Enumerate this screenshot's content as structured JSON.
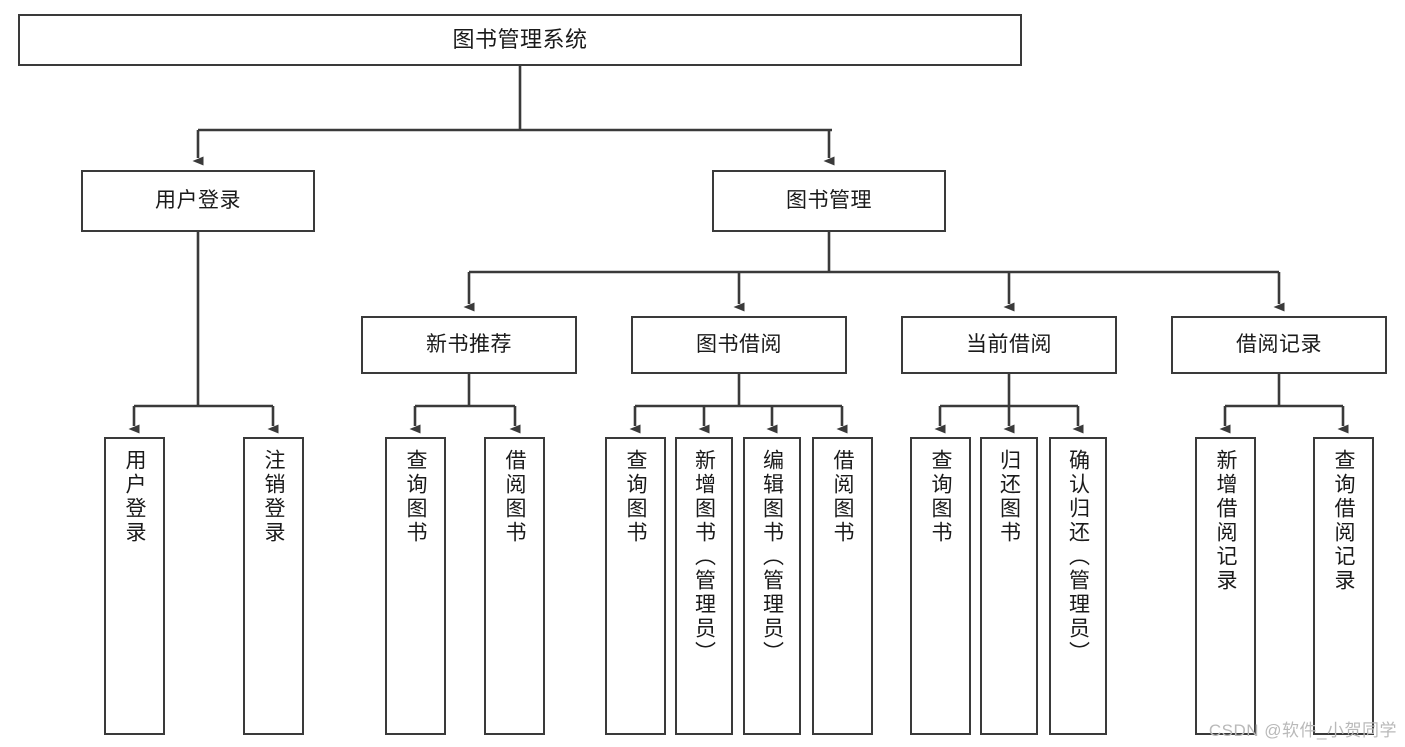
{
  "diagram": {
    "title": "图书管理系统",
    "type": "tree-hierarchy-chart",
    "watermark": "CSDN @软件_小贺同学",
    "colors": {
      "background": "#ffffff",
      "node_border": "#3a3a3a",
      "node_fill": "#ffffff",
      "edge": "#3a3a3a",
      "text": "#1a1a1a",
      "watermark": "#b9b9b9"
    },
    "levels": {
      "root": "图书管理系统",
      "level2": [
        "用户登录",
        "图书管理"
      ],
      "level3": [
        "新书推荐",
        "图书借阅",
        "当前借阅",
        "借阅记录"
      ]
    },
    "nodes": {
      "root": {
        "label": "图书管理系统"
      },
      "user_login": {
        "label": "用户登录"
      },
      "book_manage": {
        "label": "图书管理"
      },
      "new_book_rec": {
        "label": "新书推荐"
      },
      "book_borrow": {
        "label": "图书借阅"
      },
      "current_borrow": {
        "label": "当前借阅"
      },
      "borrow_record": {
        "label": "借阅记录"
      },
      "leaf_user_login": {
        "label": "用户登录"
      },
      "leaf_logout": {
        "label": "注销登录"
      },
      "leaf_query_book_1": {
        "label": "查询图书"
      },
      "leaf_borrow_book_1": {
        "label": "借阅图书"
      },
      "leaf_query_book_2": {
        "label": "查询图书"
      },
      "leaf_add_book": {
        "label": "新增图书（管理员）"
      },
      "leaf_edit_book": {
        "label": "编辑图书（管理员）"
      },
      "leaf_borrow_book_2": {
        "label": "借阅图书"
      },
      "leaf_query_book_3": {
        "label": "查询图书"
      },
      "leaf_return_book": {
        "label": "归还图书"
      },
      "leaf_confirm_return": {
        "label": "确认归还（管理员）"
      },
      "leaf_add_record": {
        "label": "新增借阅记录"
      },
      "leaf_query_record": {
        "label": "查询借阅记录"
      }
    },
    "edges": [
      {
        "from": "root",
        "to": "user_login"
      },
      {
        "from": "root",
        "to": "book_manage"
      },
      {
        "from": "user_login",
        "to": "leaf_user_login"
      },
      {
        "from": "user_login",
        "to": "leaf_logout"
      },
      {
        "from": "book_manage",
        "to": "new_book_rec"
      },
      {
        "from": "book_manage",
        "to": "book_borrow"
      },
      {
        "from": "book_manage",
        "to": "current_borrow"
      },
      {
        "from": "book_manage",
        "to": "borrow_record"
      },
      {
        "from": "new_book_rec",
        "to": "leaf_query_book_1"
      },
      {
        "from": "new_book_rec",
        "to": "leaf_borrow_book_1"
      },
      {
        "from": "book_borrow",
        "to": "leaf_query_book_2"
      },
      {
        "from": "book_borrow",
        "to": "leaf_add_book"
      },
      {
        "from": "book_borrow",
        "to": "leaf_edit_book"
      },
      {
        "from": "book_borrow",
        "to": "leaf_borrow_book_2"
      },
      {
        "from": "current_borrow",
        "to": "leaf_query_book_3"
      },
      {
        "from": "current_borrow",
        "to": "leaf_return_book"
      },
      {
        "from": "current_borrow",
        "to": "leaf_confirm_return"
      },
      {
        "from": "borrow_record",
        "to": "leaf_add_record"
      },
      {
        "from": "borrow_record",
        "to": "leaf_query_record"
      }
    ]
  }
}
